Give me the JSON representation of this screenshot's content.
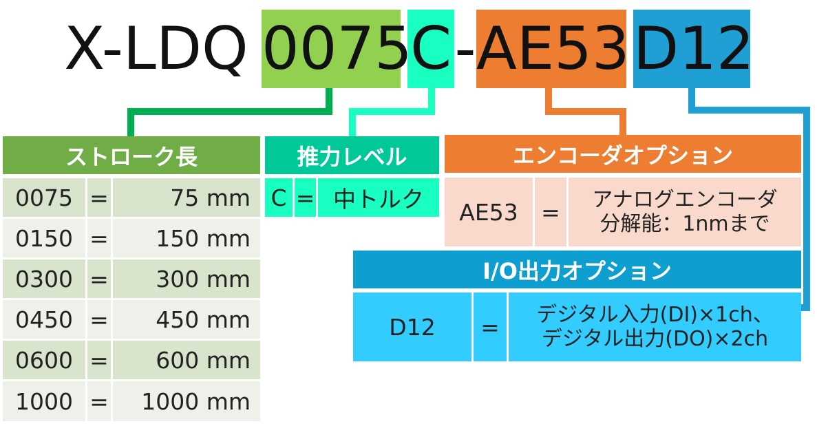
{
  "model_code": {
    "prefix": "X-LDQ",
    "stroke": "0075",
    "thrust": "C",
    "dash": "-",
    "encoder": "AE53",
    "io": "D12"
  },
  "colors": {
    "stroke_highlight": "#92d050",
    "stroke_header": "#70ad47",
    "stroke_row_a": "#d8e4cc",
    "stroke_row_b": "#edf1e9",
    "thrust_highlight": "#19ffc2",
    "thrust_header": "#00c896",
    "encoder_highlight": "#ed7d31",
    "encoder_body": "#f8d9cc",
    "io_highlight": "#1f9fd4",
    "io_header": "#0e9ed0",
    "io_body": "#33ccff"
  },
  "stroke_table": {
    "title": "ストローク長",
    "equals": "=",
    "rows": [
      {
        "code": "0075",
        "value": "75 mm"
      },
      {
        "code": "0150",
        "value": "150 mm"
      },
      {
        "code": "0300",
        "value": "300 mm"
      },
      {
        "code": "0450",
        "value": "450 mm"
      },
      {
        "code": "0600",
        "value": "600 mm"
      },
      {
        "code": "1000",
        "value": "1000 mm"
      }
    ]
  },
  "thrust_table": {
    "title": "推力レベル",
    "code": "C",
    "equals": "=",
    "value": "中トルク"
  },
  "encoder_table": {
    "title": "エンコーダオプション",
    "code": "AE53",
    "equals": "=",
    "value_line1": "アナログエンコーダ",
    "value_line2": "分解能：1nmまで"
  },
  "io_table": {
    "title": "I/O出力オプション",
    "code": "D12",
    "equals": "=",
    "value_line1": "デジタル入力(DI)×1ch、",
    "value_line2": "デジタル出力(DO)×2ch"
  }
}
